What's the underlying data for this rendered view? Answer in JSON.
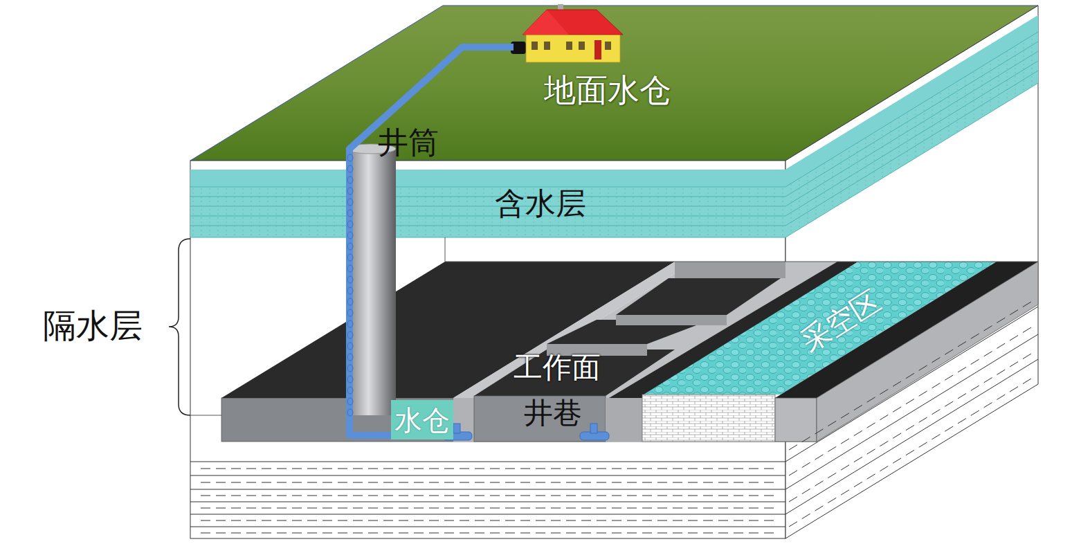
{
  "diagram": {
    "nodes": [
      {
        "text": [
          "地面水仓"
        ]
      },
      {
        "text": [
          "含水层"
        ]
      },
      {
        "text": [
          "采空区"
        ]
      },
      {
        "text": [
          "水仓"
        ]
      }
    ],
    "edges": [
      {
        "from": 3,
        "to": 0,
        "arrow": "none"
      }
    ],
    "labels": [
      "井筒",
      "隔水层",
      "工作面",
      "井巷"
    ]
  }
}
